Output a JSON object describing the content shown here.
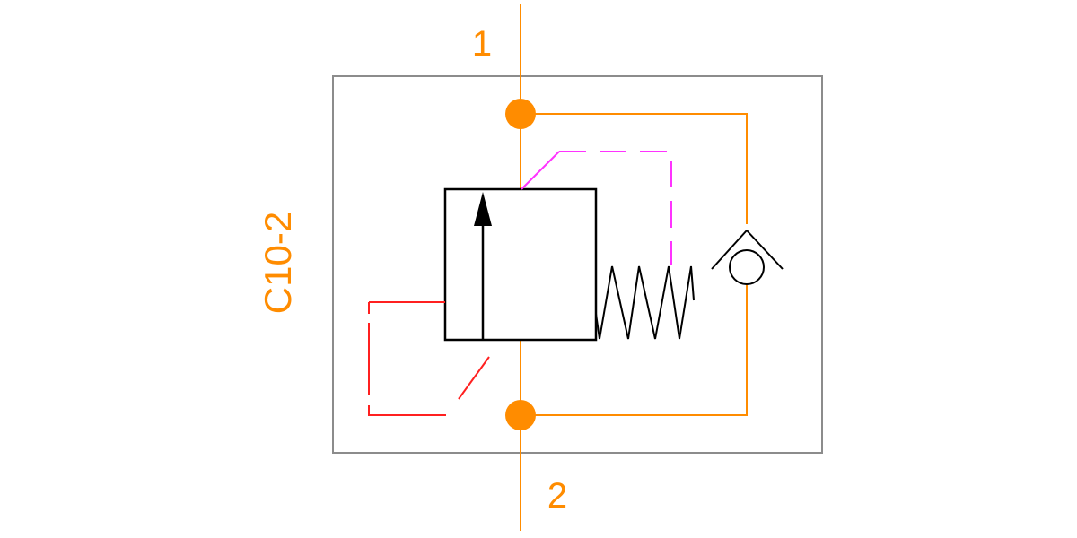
{
  "diagram": {
    "type": "hydraulic-schematic",
    "component_label": "C10-2",
    "ports": [
      {
        "id": "1",
        "label": "1"
      },
      {
        "id": "2",
        "label": "2"
      }
    ],
    "elements": [
      {
        "name": "cartridge-housing",
        "description": "Cartridge cavity outline"
      },
      {
        "name": "pressure-valve",
        "description": "Single-position valve envelope with upward flow arrow"
      },
      {
        "name": "adjustable-spring",
        "description": "Spring acting on valve"
      },
      {
        "name": "pilot-line-port1",
        "description": "Dashed pilot line from port 1 side"
      },
      {
        "name": "pilot-line-port2",
        "description": "Dashed pilot/drain line from port 2 side"
      },
      {
        "name": "check-valve",
        "description": "Bypass check valve between port 2 and port 1"
      }
    ],
    "colors": {
      "flow_line": "#ff8c00",
      "pilot_line_1": "#ff33ff",
      "pilot_line_2": "#ff2020",
      "valve_body": "#000000",
      "housing": "#8c8c8c",
      "label": "#ff8c00"
    }
  }
}
